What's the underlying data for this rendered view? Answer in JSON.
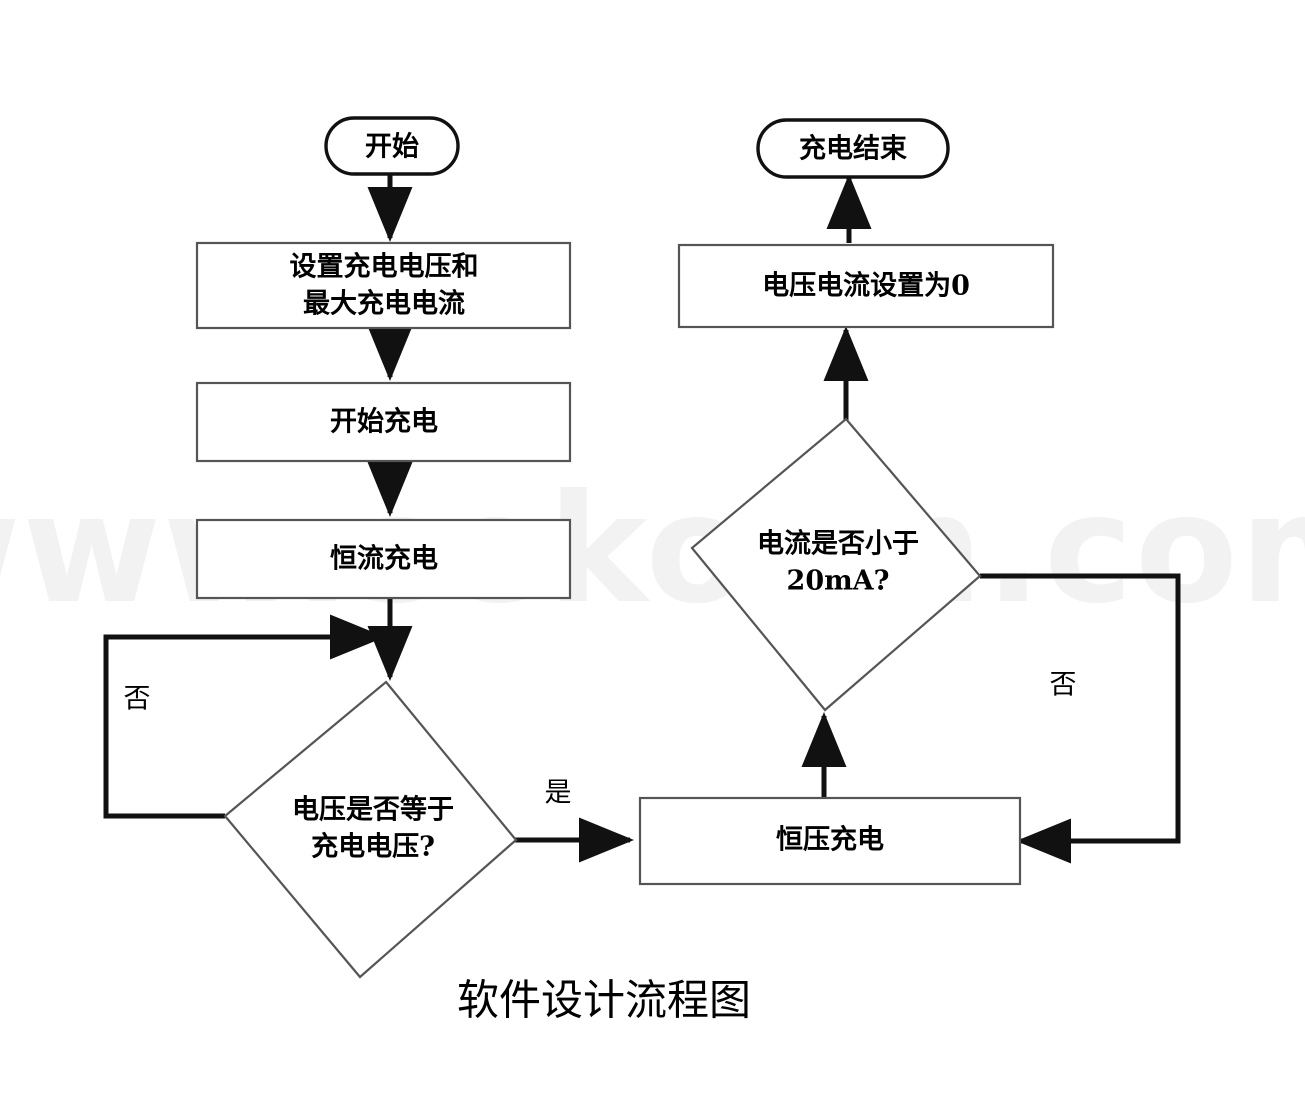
{
  "diagram": {
    "title": "软件设计流程图",
    "watermark": "www.sekorm.com",
    "colors": {
      "background": "#ffffff",
      "node_border": "#555555",
      "terminator_border": "#111111",
      "connector": "#111111",
      "text": "#000000",
      "watermark": "#f2f2f2"
    },
    "nodes": [
      {
        "id": "start",
        "type": "terminator",
        "label": "开始"
      },
      {
        "id": "set-params",
        "type": "process",
        "label_line1": "设置充电电压和",
        "label_line2": "最大充电电流"
      },
      {
        "id": "begin-charge",
        "type": "process",
        "label": "开始充电"
      },
      {
        "id": "cc-charge",
        "type": "process",
        "label": "恒流充电"
      },
      {
        "id": "voltage-check",
        "type": "decision",
        "label_line1": "电压是否等于",
        "label_line2": "充电电压?"
      },
      {
        "id": "cv-charge",
        "type": "process",
        "label": "恒压充电"
      },
      {
        "id": "current-check",
        "type": "decision",
        "label_line1": "电流是否小于",
        "label_line2": "20mA?"
      },
      {
        "id": "reset-zero",
        "type": "process",
        "label": "电压电流设置为0"
      },
      {
        "id": "end",
        "type": "terminator",
        "label": "充电结束"
      }
    ],
    "edge_labels": {
      "voltage_no": "否",
      "voltage_yes": "是",
      "current_no": "否"
    }
  }
}
